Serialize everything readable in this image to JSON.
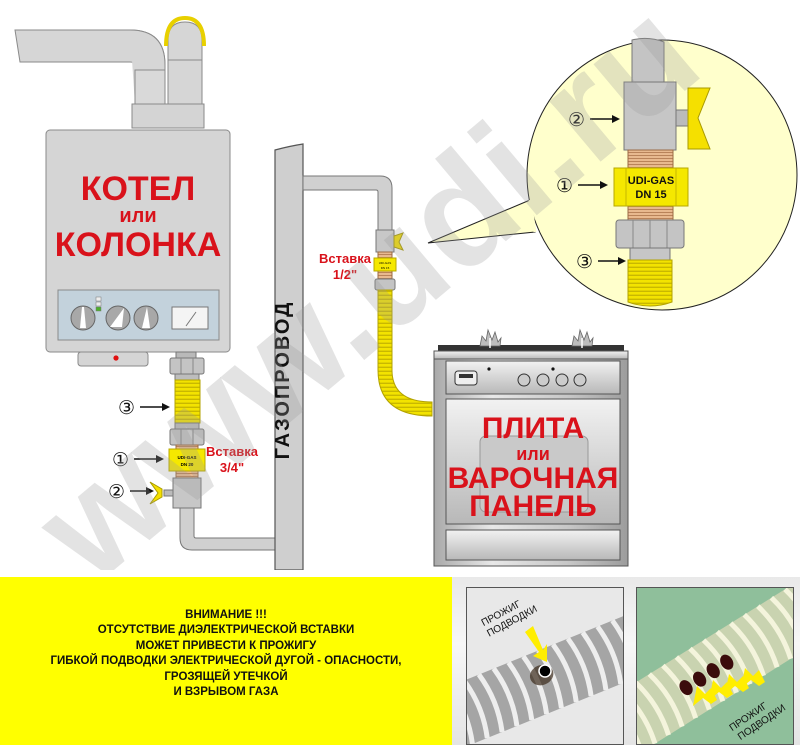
{
  "title_boiler": {
    "line1": "КОТЕЛ",
    "line2": "или",
    "line3": "КОЛОНКА"
  },
  "title_stove": {
    "line1": "ПЛИТА",
    "line2": "или",
    "line3": "ВАРОЧНАЯ",
    "line4": "ПАНЕЛЬ"
  },
  "gas_pipe_label": "ГАЗОПРОВОД",
  "insert_labels": {
    "boiler": {
      "line1": "Вставка",
      "line2": "3/4\""
    },
    "stove": {
      "line1": "Вставка",
      "line2": "1/2\""
    }
  },
  "insert_marking": {
    "large": {
      "line1": "UDI-GAS",
      "line2": "DN 15"
    },
    "small_boiler": {
      "line1": "UDI-GAS",
      "line2": "DN 20"
    },
    "small_stove": {
      "line1": "UDI-GAS",
      "line2": "DN 15"
    }
  },
  "callout_numbers": {
    "one": "①",
    "two": "②",
    "three": "③"
  },
  "watermark": "www.udi.ru",
  "warning": {
    "lines": [
      "ВНИМАНИЕ !!!",
      "ОТСУТСТВИЕ ДИЭЛЕКТРИЧЕСКОЙ ВСТАВКИ",
      "МОЖЕТ ПРИВЕСТИ К ПРОЖИГУ",
      "ГИБКОЙ ПОДВОДКИ ЭЛЕКТРИЧЕСКОЙ ДУГОЙ - ОПАСНОСТИ,",
      "ГРОЗЯЩЕЙ УТЕЧКОЙ",
      "И ВЗРЫВОМ ГАЗА"
    ]
  },
  "photos": [
    {
      "caption_line1": "ПРОЖИГ",
      "caption_line2": "ПОДВОДКИ"
    },
    {
      "caption_line1": "ПРОЖИГ",
      "caption_line2": "ПОДВОДКИ"
    }
  ],
  "colors": {
    "accent_red": "#d9121b",
    "warning_yellow": "#ffff00",
    "hose_yellow": "#f5e600",
    "appliance_gray": "#d4d4d4",
    "callout_bg": "#ffffcc"
  }
}
